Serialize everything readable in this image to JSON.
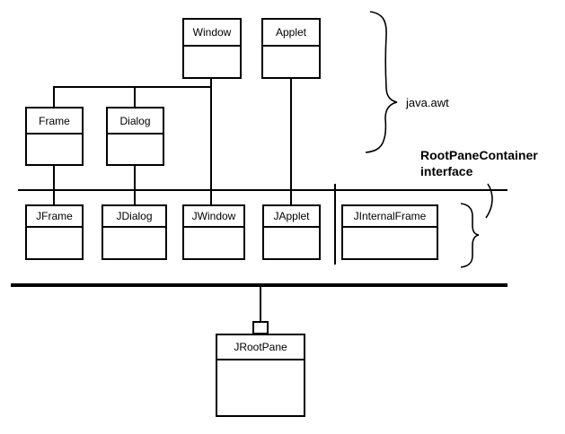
{
  "diagram": {
    "boxes": [
      {
        "id": "window",
        "label": "Window"
      },
      {
        "id": "applet",
        "label": "Applet"
      },
      {
        "id": "frame",
        "label": "Frame"
      },
      {
        "id": "dialog",
        "label": "Dialog"
      },
      {
        "id": "jframe",
        "label": "JFrame"
      },
      {
        "id": "jdialog",
        "label": "JDialog"
      },
      {
        "id": "jwindow",
        "label": "JWindow"
      },
      {
        "id": "japplet",
        "label": "JApplet"
      },
      {
        "id": "jinternalframe",
        "label": "JInternalFrame"
      },
      {
        "id": "jrootpane",
        "label": "JRootPane"
      }
    ],
    "annotations": {
      "package_label": "java.awt",
      "interface_label_line1": "RootPaneContainer",
      "interface_label_line2": "interface"
    },
    "colors": {
      "line": "#000000",
      "background": "#ffffff"
    }
  }
}
